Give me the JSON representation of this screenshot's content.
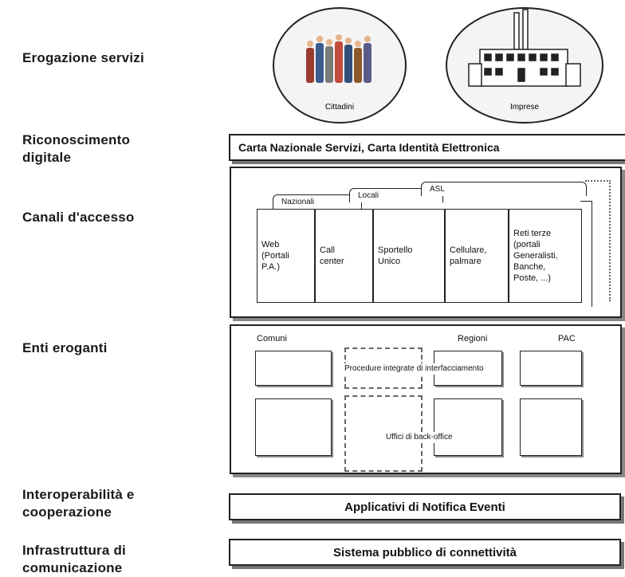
{
  "labels": {
    "erogazione": "Erogazione servizi",
    "riconoscimento": "Riconoscimento\ndigitale",
    "canali": "Canali d'accesso",
    "enti": "Enti eroganti",
    "interop": "Interoperabilità e\ncooperazione",
    "infra": "Infrastruttura di\ncomunicazione"
  },
  "service": {
    "left": "Cittadini",
    "right": "Imprese"
  },
  "riconoscimento_bar": "Carta Nazionale Servizi, Carta Identità Elettronica",
  "tabs": [
    "Nazionali",
    "Locali",
    "ASL"
  ],
  "channels": [
    {
      "text": "Web\n(Portali\nP.A.)"
    },
    {
      "text": "Call\ncenter"
    },
    {
      "text": "Sportello\nUnico"
    },
    {
      "text": "Cellulare,\npalmare"
    },
    {
      "text": "Reti terze\n(portali\nGeneralisti,\nBanche,\nPoste, ...)"
    }
  ],
  "enti": {
    "comuni": "Comuni",
    "regioni": "Regioni",
    "pac": "PAC",
    "procedure": "Procedure integrate di interfacciamento",
    "uffici": "Uffici di back-office"
  },
  "interop_bar": "Applicativi di Notifica Eventi",
  "infra_bar": "Sistema pubblico di connettività",
  "colors": {
    "shadow": "#777777",
    "border": "#222222",
    "oval": "#f4f4f4"
  }
}
